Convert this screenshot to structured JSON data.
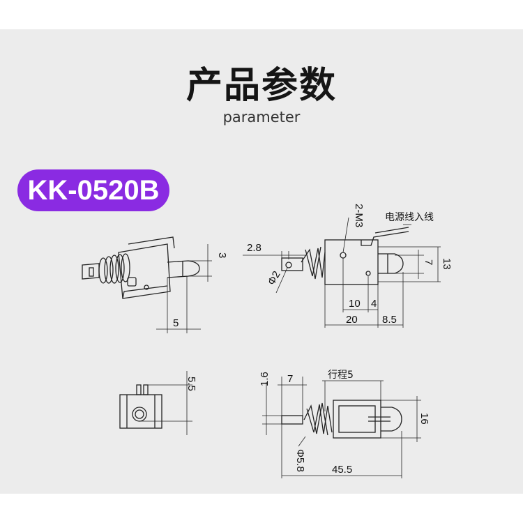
{
  "header": {
    "title": "产品参数",
    "subtitle": "parameter"
  },
  "model": {
    "label": "KK-0520B",
    "color": "#8a2be2"
  },
  "colors": {
    "background_band": "#ececec",
    "line": "#222222"
  },
  "views": {
    "side_view": {
      "dim_plunger_dia": "3",
      "dim_plunger_len": "5"
    },
    "front_view": {
      "dim_top": "2.8",
      "dim_hole": "2-M3",
      "dim_pin_dia": "Φ2",
      "callout_wire": "电源线入线",
      "dim_width_outer": "13",
      "dim_width_inner": "7",
      "dim_10": "10",
      "dim_4": "4",
      "dim_20": "20",
      "dim_8_5": "8.5"
    },
    "end_view": {
      "dim_height": "5.5"
    },
    "bottom_view": {
      "dim_1_6": "1.6",
      "dim_7": "7",
      "stroke_label": "行程5",
      "dim_16": "16",
      "dim_spring_dia": "Φ5.8",
      "dim_total": "45.5"
    }
  }
}
